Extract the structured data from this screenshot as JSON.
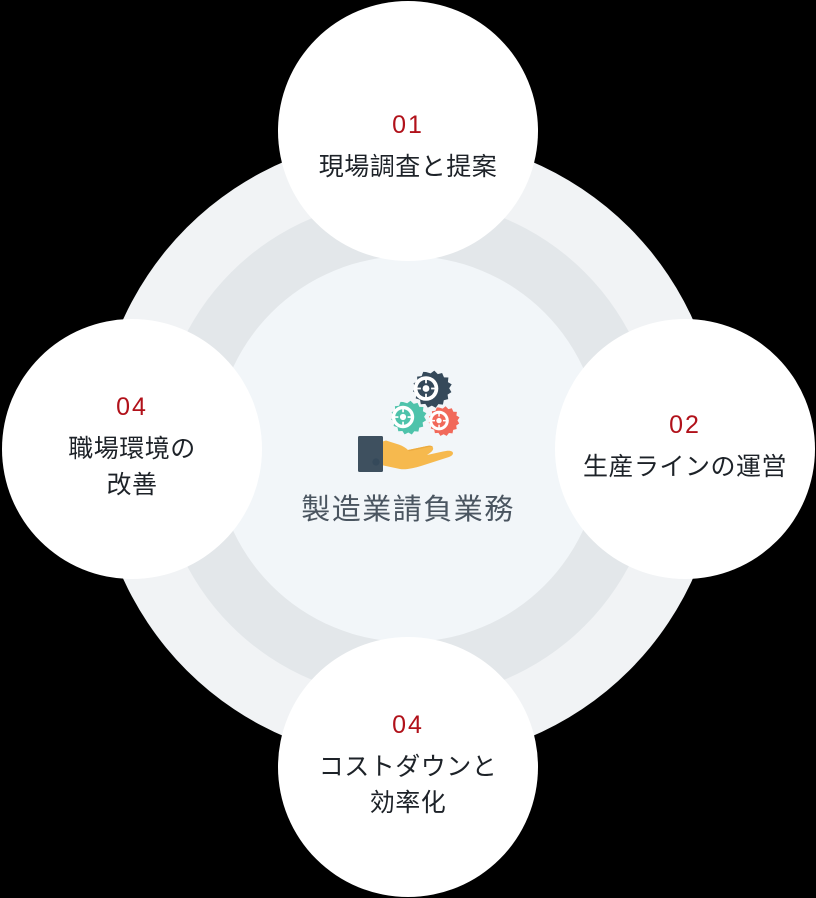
{
  "center": {
    "label": "製造業請負業務",
    "icon": "hand-with-gears-icon",
    "icon_colors": {
      "hand": "#f6b94e",
      "sleeve": "#3e505f",
      "gear_navy": "#35495a",
      "gear_teal": "#4ec3ab",
      "gear_red": "#f1695a"
    }
  },
  "theme": {
    "number_color": "#b1111a",
    "label_color": "#1d2228",
    "center_label_color": "#4a5560",
    "node_bg": "#ffffff",
    "ring_outer": "#f1f3f5",
    "ring_mid": "#e3e7ea",
    "ring_inner": "#f2f6f9",
    "page_bg": "#000000"
  },
  "nodes": [
    {
      "position": "top",
      "number": "01",
      "label": "現場調査と提案"
    },
    {
      "position": "right",
      "number": "02",
      "label": "生産ラインの運営"
    },
    {
      "position": "bottom",
      "number": "04",
      "label": "コストダウンと\n効率化"
    },
    {
      "position": "left",
      "number": "04",
      "label": "職場環境の\n改善"
    }
  ]
}
